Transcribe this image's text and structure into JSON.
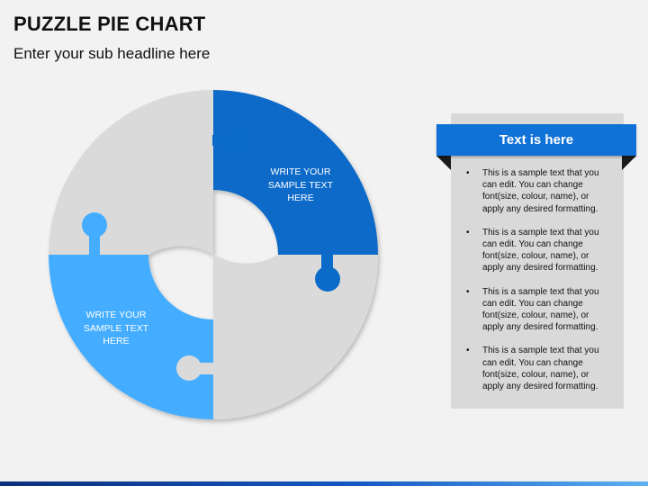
{
  "title": "PUZZLE PIE CHART",
  "subtitle": "Enter your sub headline here",
  "pieces": [
    {
      "label": "WRITE YOUR\nSAMPLE  TEXT\nHERE",
      "color": "#0b6bc9"
    },
    {
      "label": "WRITE YOUR\nSAMPLE  TEXT\nHERE",
      "color": "#45adff"
    }
  ],
  "colors": {
    "piece_gray": "#dadada",
    "dark_blue": "#0b6bc9",
    "light_blue": "#45adff",
    "header_blue": "#1071d6",
    "panel_gray": "#d9d9d9"
  },
  "panel": {
    "header": "Text is here",
    "bullets": [
      "This is a sample text that you can edit. You can change font(size, colour, name), or apply any desired formatting.",
      "This is a sample text that you can edit. You can change font(size, colour, name), or apply any desired formatting.",
      "This is a sample text that you can edit. You can change font(size, colour, name), or apply any desired formatting.",
      "This is a sample text that you can edit. You can change font(size, colour, name), or apply any desired formatting."
    ]
  }
}
